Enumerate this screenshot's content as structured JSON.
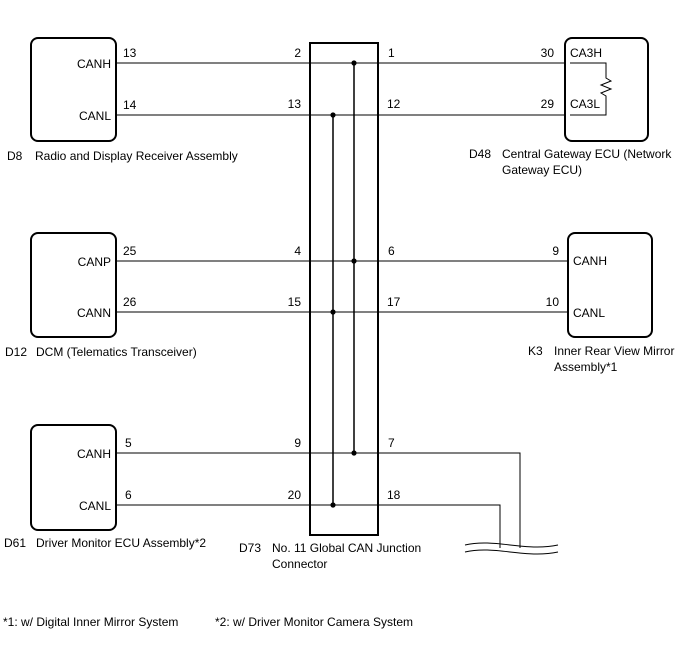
{
  "ecu_d8": {
    "pin_h": "CANH",
    "pin_l": "CANL",
    "num_h": "13",
    "num_l": "14",
    "code": "D8",
    "name": "Radio and Display Receiver Assembly"
  },
  "ecu_d12": {
    "pin_h": "CANP",
    "pin_l": "CANN",
    "num_h": "25",
    "num_l": "26",
    "code": "D12",
    "name": "DCM (Telematics Transceiver)"
  },
  "ecu_d61": {
    "pin_h": "CANH",
    "pin_l": "CANL",
    "num_h": "5",
    "num_l": "6",
    "code": "D61",
    "name": "Driver Monitor ECU Assembly*2"
  },
  "ecu_d48": {
    "pin_h": "CA3H",
    "pin_l": "CA3L",
    "num_h": "30",
    "num_l": "29",
    "code": "D48",
    "name_line1": "Central Gateway ECU (Network",
    "name_line2": "Gateway ECU)"
  },
  "ecu_k3": {
    "pin_h": "CANH",
    "pin_l": "CANL",
    "num_h": "9",
    "num_l": "10",
    "code": "K3",
    "name_line1": "Inner Rear View Mirror",
    "name_line2": "Assembly*1"
  },
  "junction": {
    "code": "D73",
    "name_line1": "No. 11 Global CAN Junction",
    "name_line2": "Connector",
    "left_pins": [
      "2",
      "13",
      "4",
      "15",
      "9",
      "20"
    ],
    "right_pins": [
      "1",
      "12",
      "6",
      "17",
      "7",
      "18"
    ]
  },
  "footnotes": {
    "note1": "*1: w/ Digital Inner Mirror System",
    "note2": "*2: w/ Driver Monitor Camera System"
  }
}
